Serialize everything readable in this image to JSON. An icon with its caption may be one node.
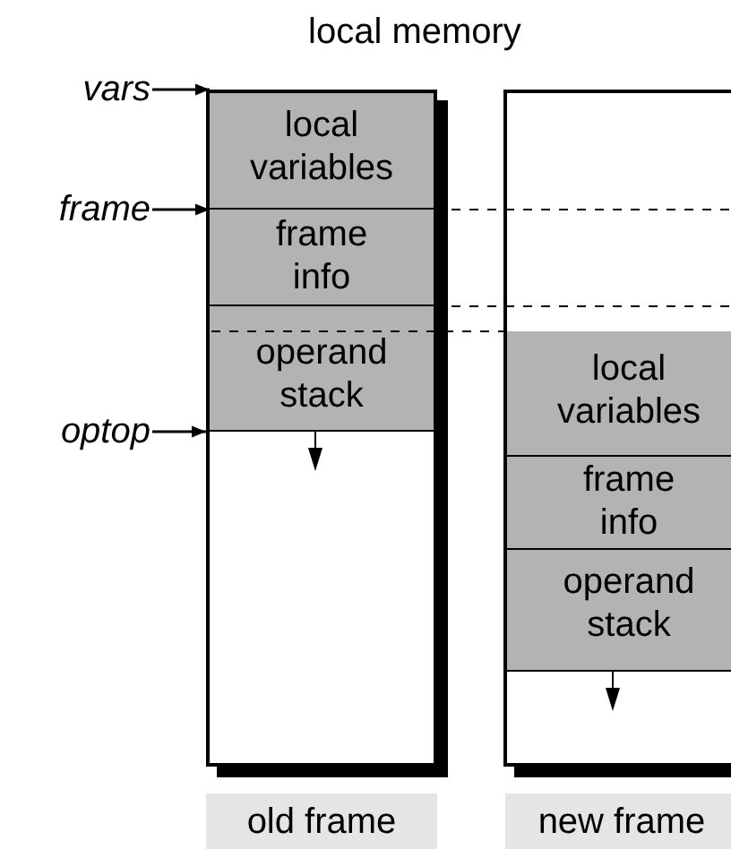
{
  "diagram": {
    "title": "local memory",
    "nodes": [
      {
        "text": [
          "old frame"
        ]
      },
      {
        "text": [
          "local variables"
        ],
        "in": 0
      },
      {
        "text": [
          "frame info"
        ],
        "in": 0
      },
      {
        "text": [
          "operand stack"
        ],
        "in": 0
      },
      {
        "text": [
          "new frame"
        ]
      },
      {
        "text": [
          "local variables"
        ],
        "in": 4
      },
      {
        "text": [
          "frame info"
        ],
        "in": 4
      },
      {
        "text": [
          "operand stack"
        ],
        "in": 4
      },
      {
        "text": [
          "vars"
        ]
      },
      {
        "text": [
          "frame"
        ]
      },
      {
        "text": [
          "optop"
        ]
      }
    ],
    "edges": [
      {
        "from": 8,
        "to": 1,
        "arrow": "to"
      },
      {
        "from": 9,
        "to": 2,
        "arrow": "to"
      },
      {
        "from": 10,
        "to": 0,
        "arrow": "to"
      }
    ]
  }
}
